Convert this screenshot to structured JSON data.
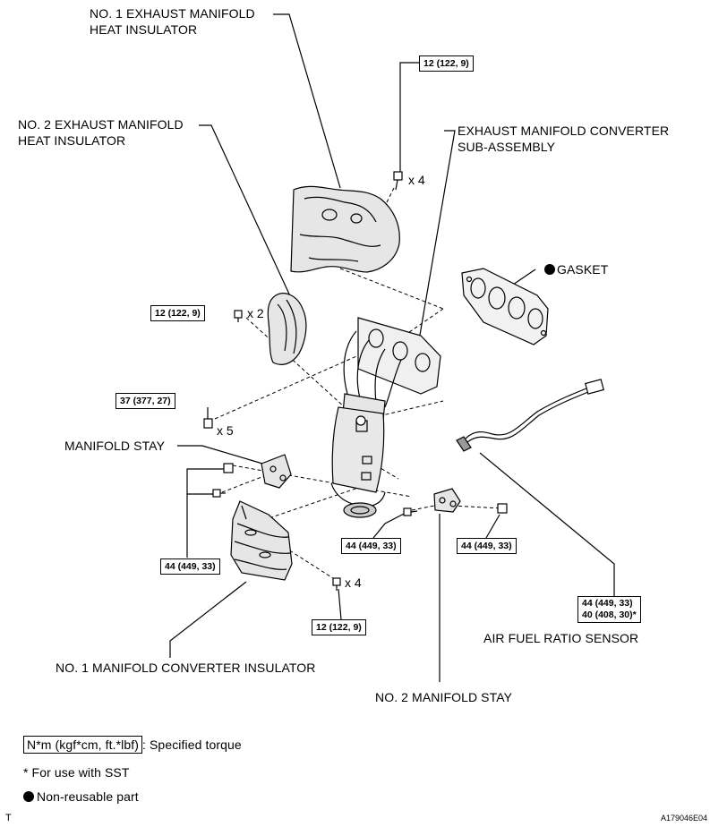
{
  "labels": {
    "no1_insulator": [
      "NO. 1 EXHAUST MANIFOLD",
      "HEAT INSULATOR"
    ],
    "no2_insulator": [
      "NO. 2 EXHAUST MANIFOLD",
      "HEAT INSULATOR"
    ],
    "converter": [
      "EXHAUST MANIFOLD CONVERTER",
      "SUB-ASSEMBLY"
    ],
    "gasket": "GASKET",
    "manifold_stay": "MANIFOLD STAY",
    "no1_conv_insulator": "NO. 1 MANIFOLD CONVERTER INSULATOR",
    "no2_stay": "NO. 2 MANIFOLD STAY",
    "af_sensor": "AIR FUEL RATIO SENSOR"
  },
  "torques": {
    "top_bolts": "12 (122, 9)",
    "no2_bolts": "12 (122, 9)",
    "nuts": "37 (377, 27)",
    "stay_left": "44 (449, 33)",
    "stay_mid": "44 (449, 33)",
    "stay_right": "44 (449, 33)",
    "conv_insulator_bolts": "12 (122, 9)",
    "sensor_1": "44 (449, 33)",
    "sensor_2": "40 (408, 30)*"
  },
  "multipliers": {
    "top": "x 4",
    "no2": "x 2",
    "nuts": "x 5",
    "conv_insulator": "x 4"
  },
  "legend": {
    "torque_unit": "N*m (kgf*cm, ft.*lbf)",
    "torque_desc": ": Specified torque",
    "sst_note": "* For use with SST",
    "nonreusable": "Non-reusable part"
  },
  "footer": {
    "left_mark": "T",
    "figure_id": "A179046E04"
  }
}
